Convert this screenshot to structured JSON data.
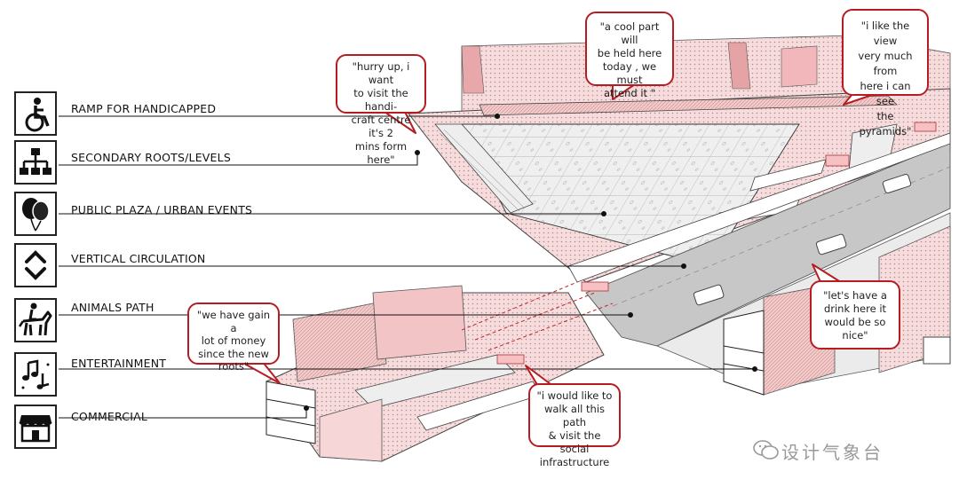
{
  "legend": [
    {
      "icon": "wheelchair-icon",
      "label": "RAMP FOR HANDICAPPED"
    },
    {
      "icon": "hierarchy-icon",
      "label": "SECONDARY ROOTS/LEVELS"
    },
    {
      "icon": "balloons-icon",
      "label": "PUBLIC PLAZA / URBAN EVENTS"
    },
    {
      "icon": "up-down-arrows-icon",
      "label": "VERTICAL CIRCULATION"
    },
    {
      "icon": "horse-rider-icon",
      "label": "ANIMALS PATH"
    },
    {
      "icon": "music-notes-icon",
      "label": "ENTERTAINMENT"
    },
    {
      "icon": "shop-icon",
      "label": "COMMERCIAL"
    }
  ],
  "bubbles": {
    "handicraft": [
      "\"hurry up, i want",
      "to visit the handi-",
      "craft centre it's 2",
      "mins form here\""
    ],
    "cool_part": [
      "\"a cool part will",
      "be held here",
      "today , we must",
      "attend it  \""
    ],
    "view": [
      "\"i like the view",
      "very much from",
      "here i can see",
      "the pyramids\""
    ],
    "money": [
      "\"we have gain a",
      "lot of money",
      "since the new",
      "roots\""
    ],
    "drink": [
      "\"let's have a",
      "drink here it",
      "would be so",
      "nice\""
    ],
    "walk": [
      "\"i would like to",
      "walk all this path",
      "& visit the social",
      "infrastructure"
    ]
  },
  "watermark": "设计气象台",
  "colors": {
    "accent": "#b51d22",
    "pink": "#f4d3d3",
    "plaza": "#e6e6e6",
    "road": "#bdbdbd"
  }
}
